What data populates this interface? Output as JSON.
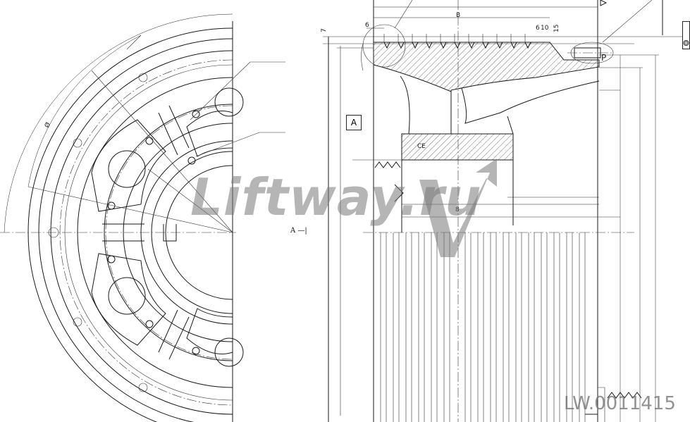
{
  "watermark": "Liftway.ru",
  "drawing_code": "LW.0011415",
  "datum_label": "A",
  "section_label": "A",
  "dimension_labels": {
    "top_overall": "B",
    "top_left": "6",
    "top_small_a": "10",
    "top_small_b": "6",
    "top_small_c": "15",
    "left_vertical": "7",
    "mid_width": "8",
    "surface": "CE",
    "pitch_label": "P",
    "arc_label": "Ø"
  }
}
